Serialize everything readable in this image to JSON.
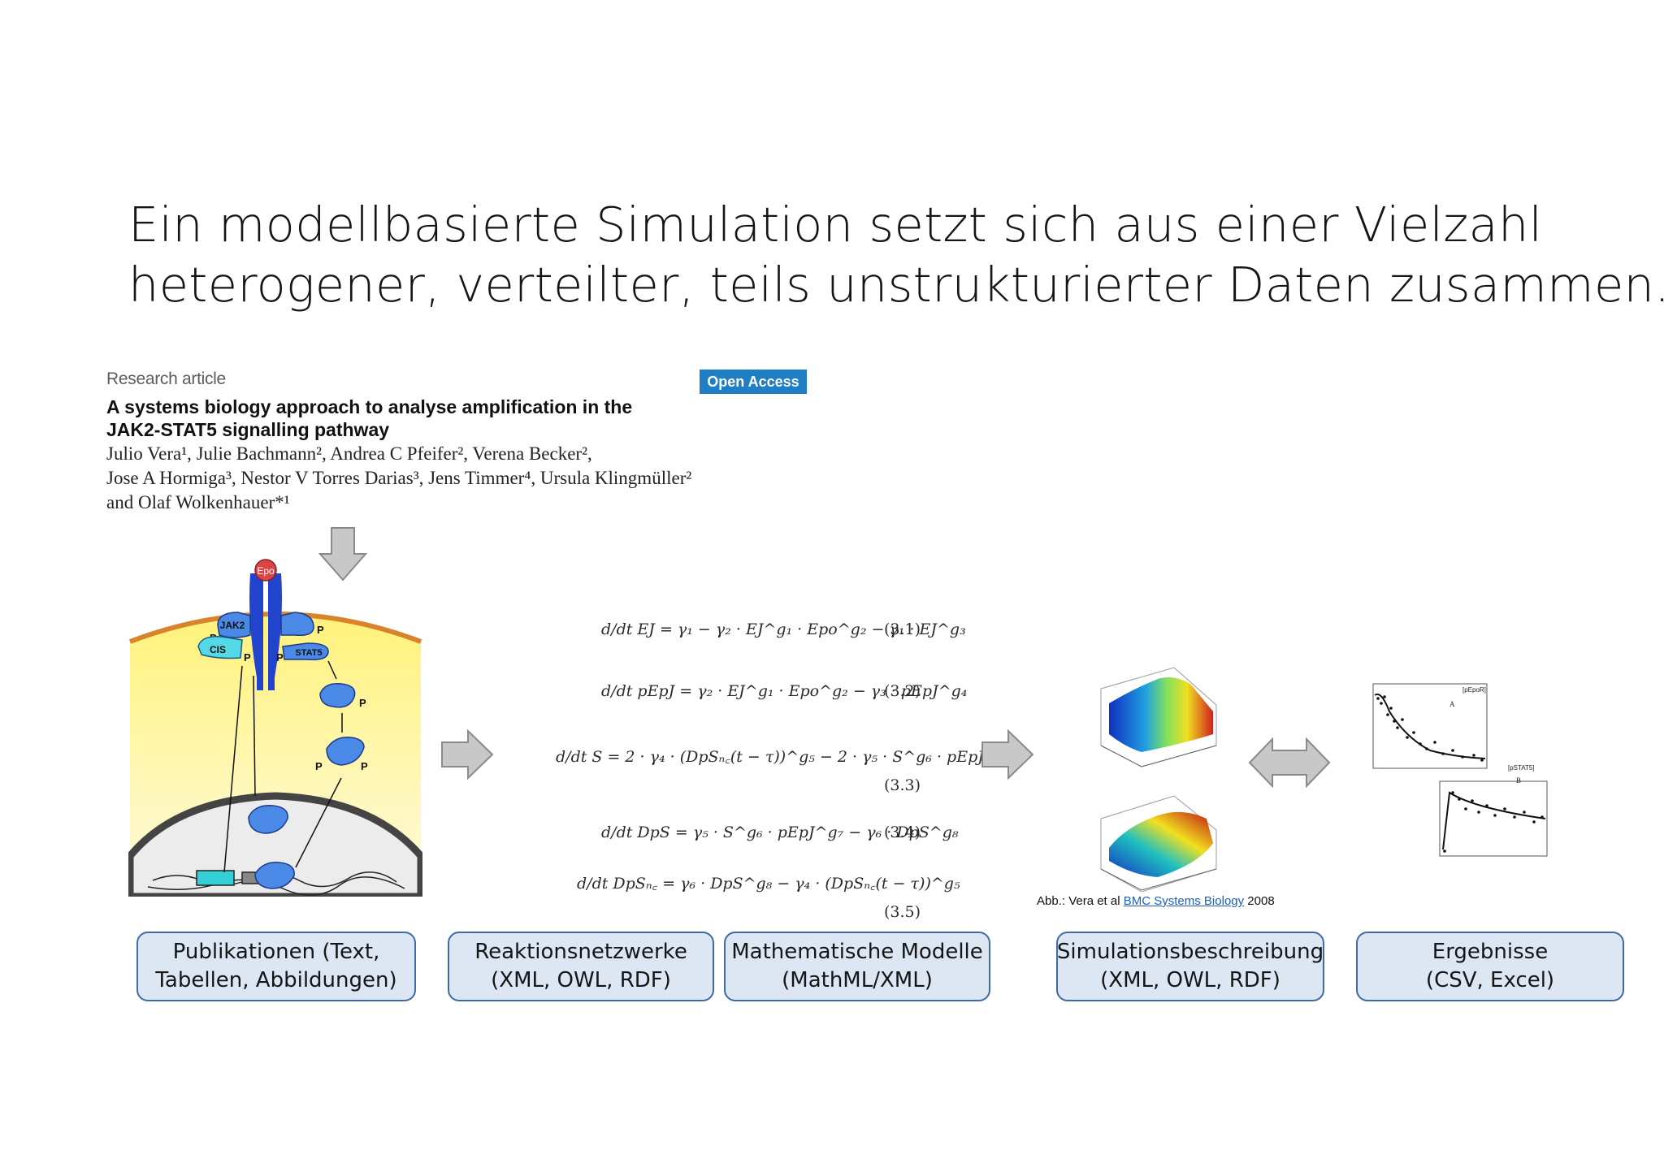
{
  "slide": {
    "title_line1": "Ein modellbasierte Simulation setzt sich aus einer Vielzahl",
    "title_line2": "heterogener, verteilter, teils unstrukturierter Daten zusammen."
  },
  "paper": {
    "kicker": "Research article",
    "badge": "Open Access",
    "title_line1": "A systems biology approach to analyse amplification in the",
    "title_line2": "JAK2-STAT5 signalling pathway",
    "authors_line1": "Julio Vera¹, Julie Bachmann², Andrea C Pfeifer², Verena Becker²,",
    "authors_line2": "Jose A Hormiga³, Nestor V Torres Darias³, Jens Timmer⁴, Ursula Klingmüller²",
    "authors_line3": "and Olaf Wolkenhauer*¹"
  },
  "cell_diagram": {
    "labels": {
      "epo": "Epo",
      "jak2": "JAK2",
      "cis": "CIS",
      "stat5": "STAT5",
      "p": "P"
    }
  },
  "equations": [
    {
      "lhs": "d/dt EJ",
      "rhs": "= γ₁ − γ₂ · EJ^g₁ · Epo^g₂ − γ₁ · EJ^g₃",
      "num": "(3.1)"
    },
    {
      "lhs": "d/dt pEpJ",
      "rhs": "= γ₂ · EJ^g₁ · Epo^g₂ − γ₃ · pEpJ^g₄",
      "num": "(3.2)"
    },
    {
      "lhs": "d/dt S",
      "rhs": "= 2 · γ₄ · (DpSₙ꜀(t − τ))^g₅ − 2 · γ₅ · S^g₆ · pEpJ^g₇",
      "num": "(3.3)"
    },
    {
      "lhs": "d/dt DpS",
      "rhs": "= γ₅ · S^g₆ · pEpJ^g₇ − γ₆ · DpS^g₈",
      "num": "(3.4)"
    },
    {
      "lhs": "d/dt DpSₙ꜀",
      "rhs": "= γ₆ · DpS^g₈ − γ₄ · (DpSₙ꜀(t − τ))^g₅",
      "num": "(3.5)"
    }
  ],
  "plots": {
    "top_left": "[pEpoR]",
    "top_letter": "A",
    "bottom_left": "[pSTAT5]",
    "bottom_letter": "B"
  },
  "caption": {
    "prefix": "Abb.: Vera et al ",
    "link": "BMC Systems Biology",
    "suffix": " 2008"
  },
  "boxes": [
    {
      "line1": "Publikationen (Text,",
      "line2": "Tabellen, Abbildungen)"
    },
    {
      "line1": "Reaktionsnetzwerke",
      "line2": "(XML, OWL, RDF)"
    },
    {
      "line1": "Mathematische Modelle",
      "line2": "(MathML/XML)"
    },
    {
      "line1": "Simulationsbeschreibung",
      "line2": "(XML, OWL, RDF)"
    },
    {
      "line1": "Ergebnisse",
      "line2": "(CSV, Excel)"
    }
  ],
  "colors": {
    "box_fill": "#dde7f4",
    "box_border": "#3f6aa6",
    "arrow_fill": "#c8c8c8",
    "open_access": "#1e7fc4",
    "protein_blue": "#3b7ad8"
  }
}
